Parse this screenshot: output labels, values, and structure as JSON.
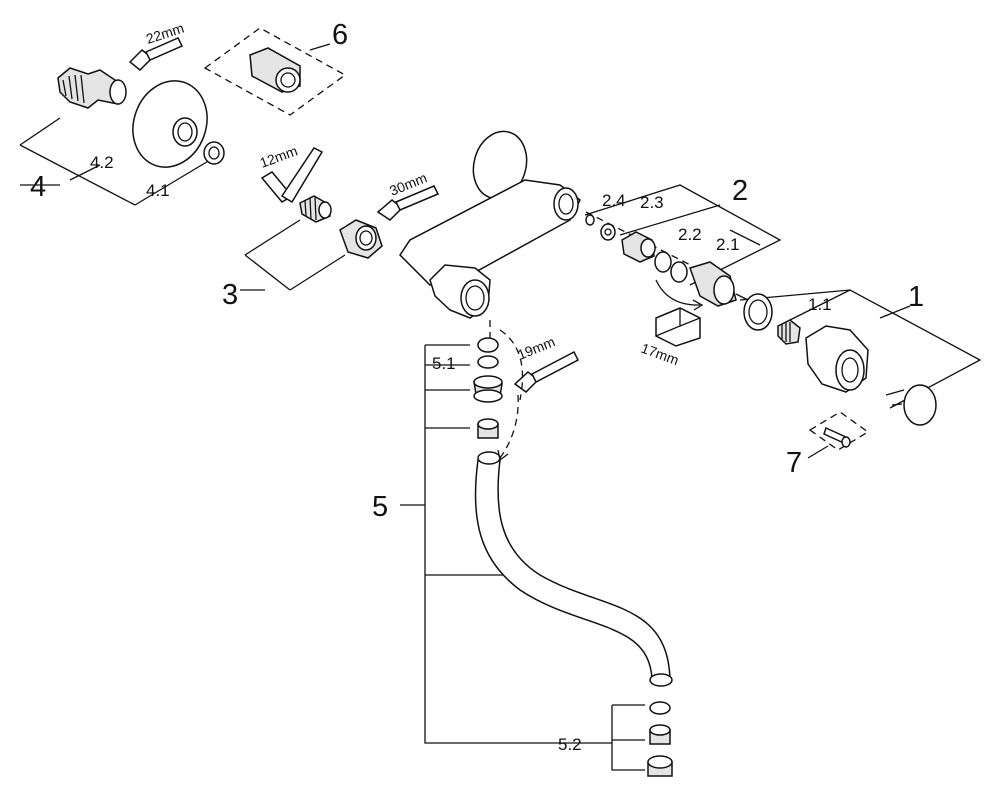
{
  "labels": {
    "part_1": "1",
    "part_1_1": "1.1",
    "part_2": "2",
    "part_2_1": "2.1",
    "part_2_2": "2.2",
    "part_2_3": "2.3",
    "part_2_4": "2.4",
    "part_3": "3",
    "part_4": "4",
    "part_4_1": "4.1",
    "part_4_2": "4.2",
    "part_5": "5",
    "part_5_1": "5.1",
    "part_5_2": "5.2",
    "part_6": "6",
    "part_7": "7"
  },
  "tools": {
    "wrench_22": "22mm",
    "allen_12": "12mm",
    "wrench_30": "30mm",
    "socket_17": "17mm",
    "wrench_19": "19mm"
  }
}
